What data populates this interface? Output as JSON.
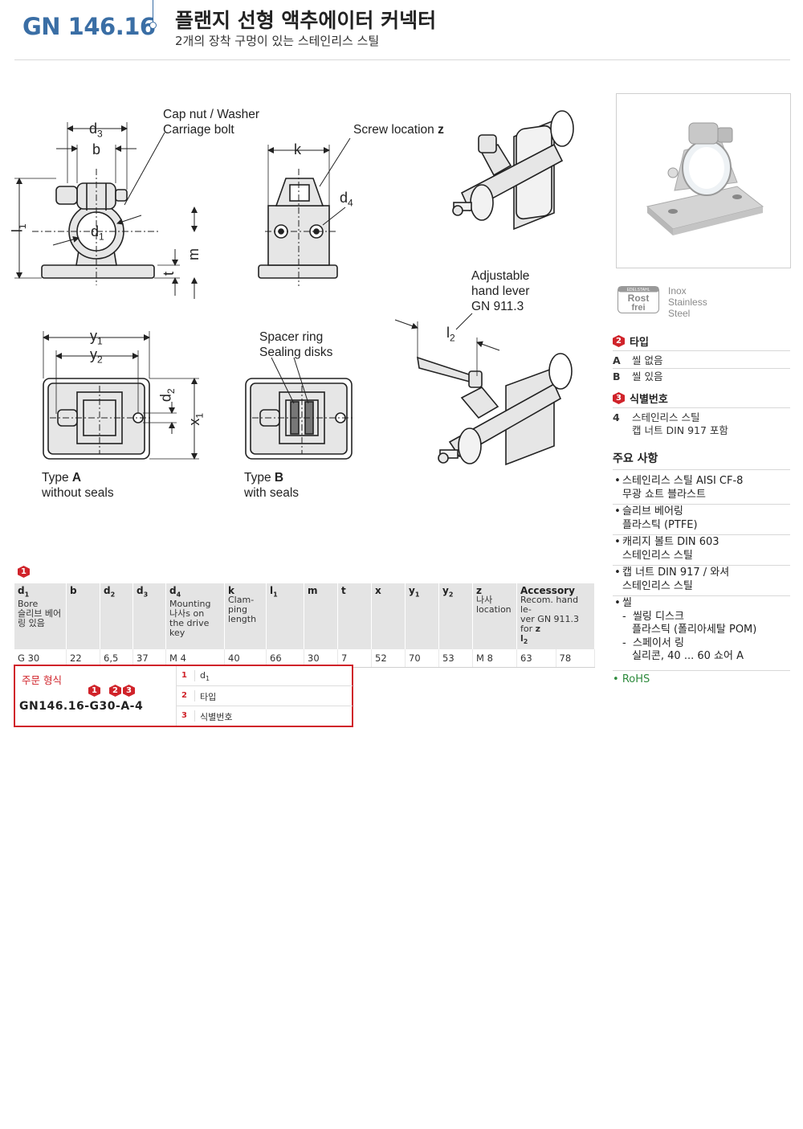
{
  "header": {
    "code": "GN 146.16",
    "title": "플랜지 선형 액추에이터 커넥터",
    "subtitle": "2개의 장착 구멍이 있는 스테인리스 스틸"
  },
  "drawing": {
    "cap_nut_1": "Cap nut / Washer",
    "cap_nut_2": "Carriage bolt",
    "screw_loc": "Screw location",
    "screw_loc_var": "z",
    "adj_1": "Adjustable",
    "adj_2": "hand lever",
    "adj_3": "GN 911.3",
    "spacer_1": "Spacer ring",
    "spacer_2": "Sealing disks",
    "type_a_word": "Type",
    "type_a_letter": "A",
    "type_a_desc": "without seals",
    "type_b_word": "Type",
    "type_b_letter": "B",
    "type_b_desc": "with seals",
    "dims": {
      "d3": "d",
      "d3s": "3",
      "b": "b",
      "l1": "l",
      "l1s": "1",
      "d1": "d",
      "d1s": "1",
      "t": "t",
      "m": "m",
      "k": "k",
      "d4": "d",
      "d4s": "4",
      "y1": "y",
      "y1s": "1",
      "y2": "y",
      "y2s": "2",
      "d2": "d",
      "d2s": "2",
      "x1": "x",
      "x1s": "1",
      "l2": "l",
      "l2s": "2"
    }
  },
  "badge": {
    "top": "EDELSTAHL",
    "rost": "Rost",
    "frei": "frei",
    "inox_1": "Inox",
    "inox_2": "Stainless",
    "inox_3": "Steel"
  },
  "type_section": {
    "marker": "2",
    "title": "타입",
    "items": [
      {
        "key": "A",
        "label": "씰 없음"
      },
      {
        "key": "B",
        "label": "씰 있음"
      }
    ]
  },
  "id_section": {
    "marker": "3",
    "title": "식별번호",
    "items": [
      {
        "key": "4",
        "line1": "스테인리스 스틸",
        "line2": "캡 너트 DIN 917 포함"
      }
    ]
  },
  "notes": {
    "title": "주요 사항",
    "n1a": "스테인리스 스틸 AISI CF-8",
    "n1b": "무광 쇼트 블라스트",
    "n2a": "슬리브 베어링",
    "n2b": "플라스틱 (PTFE)",
    "n3a": "캐리지 볼트 DIN 603",
    "n3b": "스테인리스 스틸",
    "n4a": "캡 너트 DIN 917 / 와셔",
    "n4b": "스테인리스 스틸",
    "n5": "씰",
    "n5a": "씰링 디스크",
    "n5b": "플라스틱 (폴리아세탈 POM)",
    "n5c": "스페이서 링",
    "n5d": "실리콘, 40 ... 60 쇼어 A",
    "rohs": "RoHS",
    "bullet": "•",
    "dash": "-"
  },
  "table": {
    "marker": "1",
    "headers": {
      "d1": "d",
      "d1s": "1",
      "d1_l1": "Bore",
      "d1_l2": "슬리브 베어",
      "d1_l3": "링 있음",
      "b": "b",
      "d2": "d",
      "d2s": "2",
      "d3": "d",
      "d3s": "3",
      "d4": "d",
      "d4s": "4",
      "d4_l1": "Mounting",
      "d4_l2": "나사s on",
      "d4_l3": "the drive key",
      "k": "k",
      "k_l1": "Clam-",
      "k_l2": "ping",
      "k_l3": "length",
      "l1": "l",
      "l1s": "1",
      "m": "m",
      "t": "t",
      "x": "x",
      "y1": "y",
      "y1s": "1",
      "y2": "y",
      "y2s": "2",
      "z": "z",
      "z_l1": "나사",
      "z_l2": "location",
      "acc": "Accessory",
      "acc_l1": "Recom. hand le-",
      "acc_l2": "ver GN 911.3",
      "acc_l3": "for",
      "acc_l3b": "z",
      "acc_l4": "l",
      "acc_l4s": "2"
    },
    "row": {
      "d1": "G 30",
      "b": "22",
      "d2": "6,5",
      "d3": "37",
      "d4": "M 4",
      "k": "40",
      "l1": "66",
      "m": "30",
      "t": "7",
      "x": "52",
      "y1": "70",
      "y2": "53",
      "z": "M 8",
      "acc": "63",
      "l2": "78"
    }
  },
  "order": {
    "label": "주문 형식",
    "code": "GN146.16-G30-A-4",
    "m1": "1",
    "m2": "2",
    "m3": "3",
    "rows": [
      {
        "n": "1",
        "t": "d",
        "ts": "1"
      },
      {
        "n": "2",
        "t": "타입"
      },
      {
        "n": "3",
        "t": "식별번호"
      }
    ]
  },
  "colors": {
    "brand_blue": "#3a6ea5",
    "accent_red": "#d0232a",
    "rohs_green": "#2e8b3d"
  }
}
